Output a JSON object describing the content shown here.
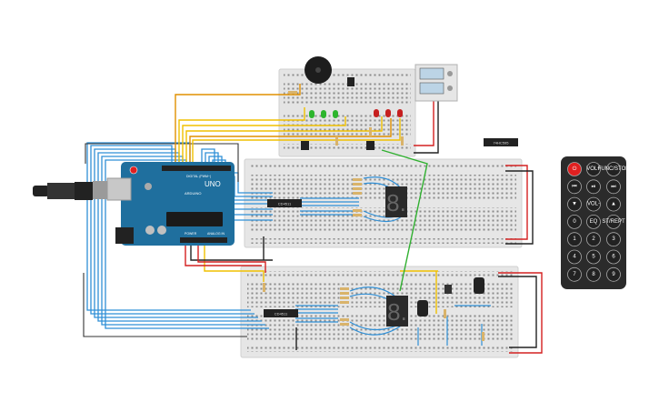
{
  "canvas": {
    "background": "#ffffff"
  },
  "arduino": {
    "model_label": "UNO",
    "brand_label": "ARDUINO",
    "header_label": "DIGITAL (PWM~)",
    "power_label": "POWER",
    "analog_label": "ANALOG IN",
    "board_color": "#1f6f9e"
  },
  "chips": {
    "top_breadboard_chip": "CD4511",
    "bottom_breadboard_chip": "CD4511",
    "loose_chip": "74HC595"
  },
  "segment_displays": {
    "top_digit": "8.",
    "bottom_digit": "8."
  },
  "remote": {
    "buttons": [
      {
        "label": "⏻",
        "color": "#e02020"
      },
      {
        "label": "VOL+",
        "color": "#222222"
      },
      {
        "label": "FUNC/STOP",
        "color": "#222222"
      },
      {
        "label": "⏮",
        "color": "#222222"
      },
      {
        "label": "⏯",
        "color": "#222222"
      },
      {
        "label": "⏭",
        "color": "#222222"
      },
      {
        "label": "▼",
        "color": "#222222"
      },
      {
        "label": "VOL-",
        "color": "#222222"
      },
      {
        "label": "▲",
        "color": "#222222"
      },
      {
        "label": "0",
        "color": "#222222"
      },
      {
        "label": "EQ",
        "color": "#222222"
      },
      {
        "label": "ST/REPT",
        "color": "#222222"
      },
      {
        "label": "1",
        "color": "#222222"
      },
      {
        "label": "2",
        "color": "#222222"
      },
      {
        "label": "3",
        "color": "#222222"
      },
      {
        "label": "4",
        "color": "#222222"
      },
      {
        "label": "5",
        "color": "#222222"
      },
      {
        "label": "6",
        "color": "#222222"
      },
      {
        "label": "7",
        "color": "#222222"
      },
      {
        "label": "8",
        "color": "#222222"
      },
      {
        "label": "9",
        "color": "#222222"
      }
    ]
  },
  "colors": {
    "breadboard": "#e6e6e6",
    "wire_blue": "#2f8fd6",
    "wire_yellow": "#f0c000",
    "wire_orange": "#e09000",
    "wire_red": "#d42020",
    "wire_green": "#30b030",
    "wire_black": "#222222",
    "led_green": "#2db52d",
    "led_red": "#c61f1f"
  }
}
